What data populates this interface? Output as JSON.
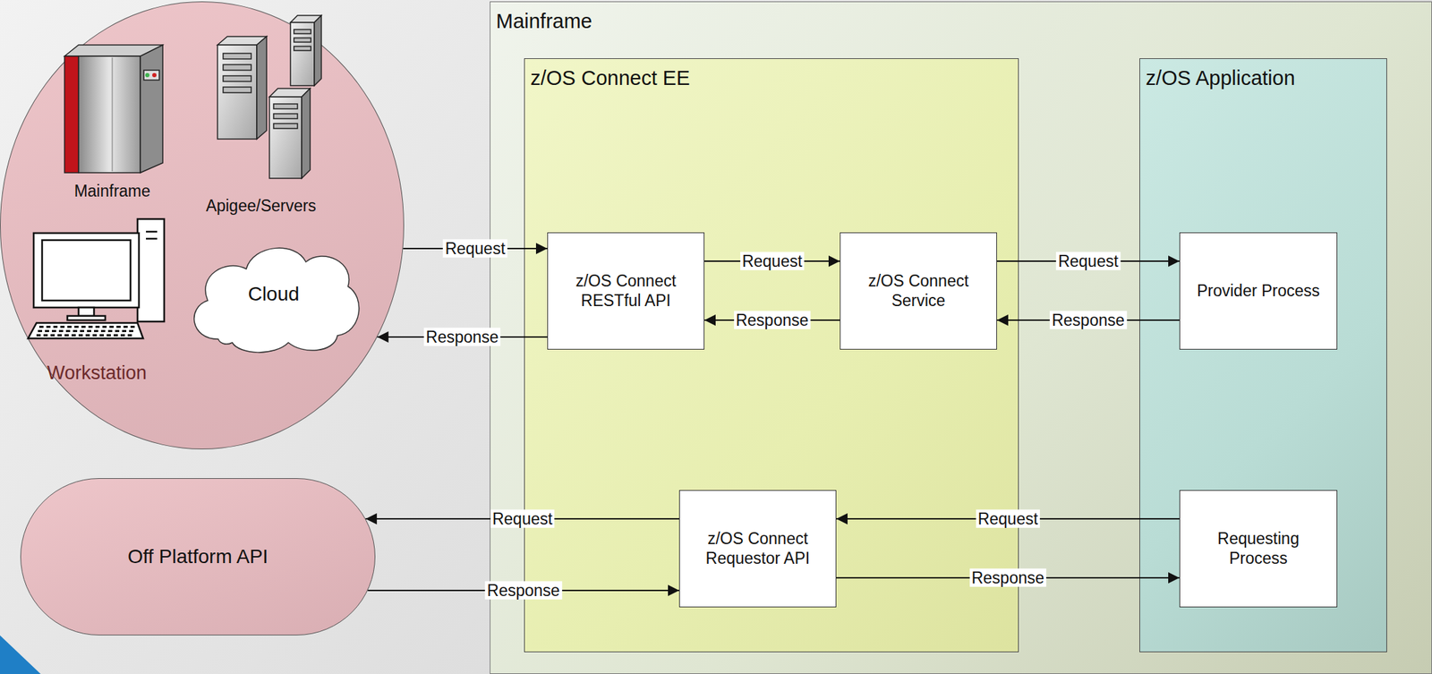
{
  "diagram": {
    "nodes": [
      {
        "text": [
          "Mainframe",
          "Apigee/Servers",
          "Workstation"
        ]
      },
      {
        "text": [
          "Cloud"
        ],
        "in": 0
      },
      {
        "text": [
          "Off Platform API"
        ]
      },
      {
        "text": [
          "Mainframe"
        ]
      },
      {
        "text": [
          "z/OS Connect EE"
        ],
        "in": 3
      },
      {
        "text": [
          "z/OS Connect RESTful API"
        ],
        "in": 4
      },
      {
        "text": [
          "z/OS Connect Service"
        ],
        "in": 4
      },
      {
        "text": [
          "z/OS Connect Requestor API"
        ],
        "in": 4
      },
      {
        "text": [
          "z/OS Application"
        ],
        "in": 3
      },
      {
        "text": [
          "Provider Process"
        ],
        "in": 8
      },
      {
        "text": [
          "Requesting Process"
        ],
        "in": 8
      }
    ],
    "edges": [
      {
        "from": 0,
        "to": 5,
        "label": "Request",
        "arrow": "to"
      },
      {
        "from": 5,
        "to": 0,
        "label": "Response",
        "arrow": "to"
      },
      {
        "from": 5,
        "to": 6,
        "label": "Request",
        "arrow": "to"
      },
      {
        "from": 6,
        "to": 5,
        "label": "Response",
        "arrow": "to"
      },
      {
        "from": 6,
        "to": 9,
        "label": "Request",
        "arrow": "to"
      },
      {
        "from": 9,
        "to": 6,
        "label": "Response",
        "arrow": "to"
      },
      {
        "from": 10,
        "to": 7,
        "label": "Request",
        "arrow": "to"
      },
      {
        "from": 7,
        "to": 10,
        "label": "Response",
        "arrow": "to"
      },
      {
        "from": 7,
        "to": 2,
        "label": "Request",
        "arrow": "to"
      },
      {
        "from": 2,
        "to": 7,
        "label": "Response",
        "arrow": "to"
      }
    ]
  }
}
